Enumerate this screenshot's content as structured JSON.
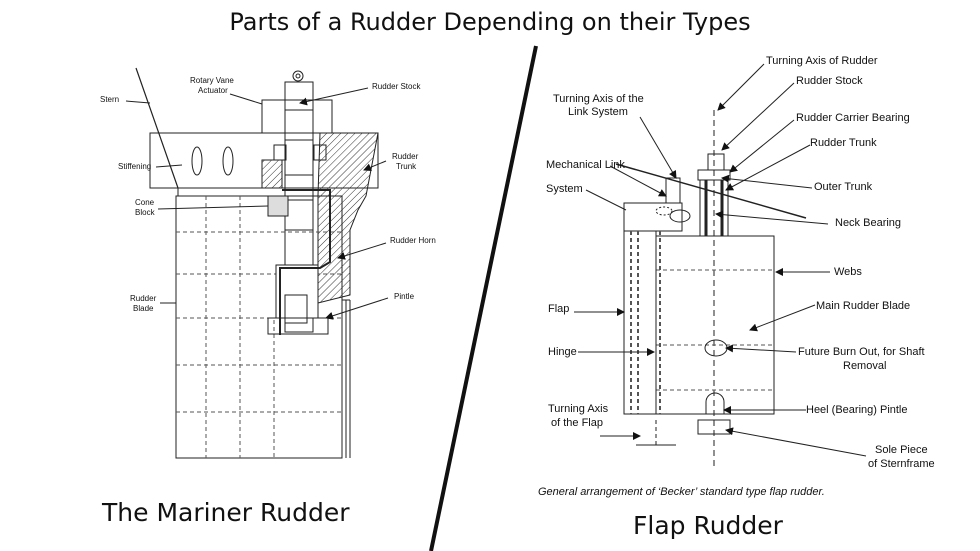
{
  "title": "Parts of a Rudder Depending on their Types",
  "left": {
    "caption": "The Mariner Rudder",
    "labels": {
      "stern": "Stern",
      "rotary_vane_1": "Rotary Vane",
      "rotary_vane_2": "Actuator",
      "rudder_stock": "Rudder Stock",
      "stiffening": "Stiffening",
      "rudder_trunk_1": "Rudder",
      "rudder_trunk_2": "Trunk",
      "cone_block_1": "Cone",
      "cone_block_2": "Block",
      "rudder_horn": "Rudder Horn",
      "rudder_blade_1": "Rudder",
      "rudder_blade_2": "Blade",
      "pintle": "Pintle"
    }
  },
  "right": {
    "caption": "Flap Rudder",
    "note": "General arrangement of ‘Becker’ standard type flap rudder.",
    "labels": {
      "turning_axis_rudder": "Turning Axis of Rudder",
      "rudder_stock": "Rudder Stock",
      "turning_axis_link_1": "Turning Axis of the",
      "turning_axis_link_2": "Link System",
      "rudder_carrier_bearing": "Rudder Carrier Bearing",
      "rudder_trunk": "Rudder Trunk",
      "mechanical_link": "Mechanical Link",
      "system": "System",
      "outer_trunk": "Outer Trunk",
      "neck_bearing": "Neck Bearing",
      "webs": "Webs",
      "main_rudder_blade": "Main Rudder Blade",
      "flap": "Flap",
      "hinge": "Hinge",
      "future_burn_out_1": "Future Burn Out, for Shaft",
      "future_burn_out_2": "Removal",
      "turning_axis_flap_1": "Turning Axis",
      "turning_axis_flap_2": "of the Flap",
      "heel_pintle": "Heel (Bearing) Pintle",
      "sole_piece_1": "Sole Piece",
      "sole_piece_2": "of Sternframe"
    }
  }
}
